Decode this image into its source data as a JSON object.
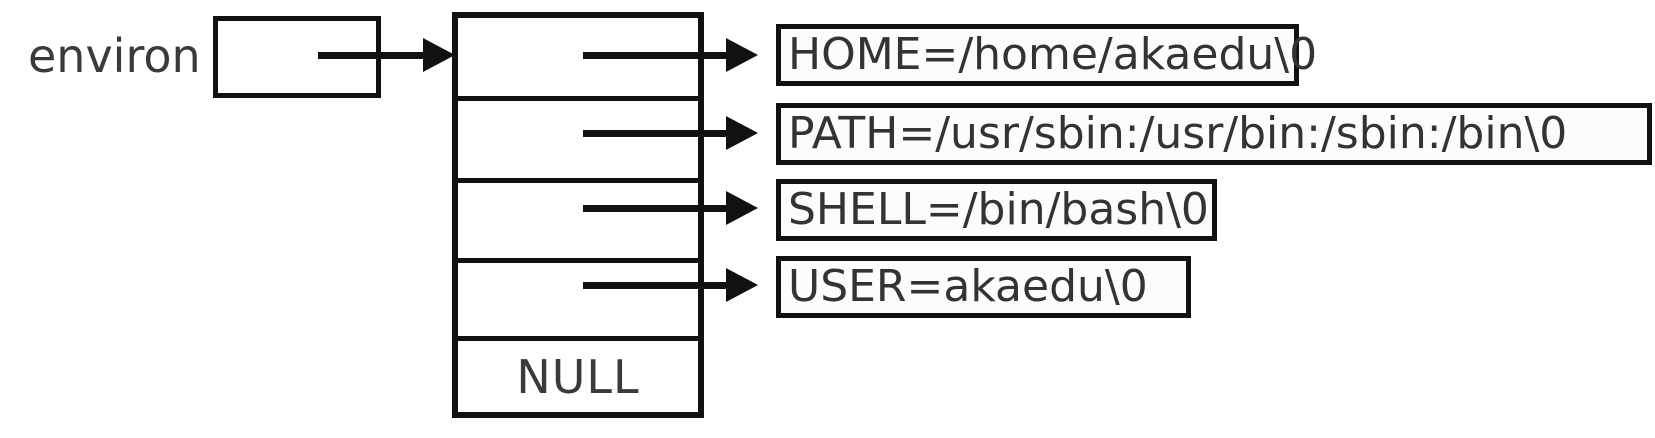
{
  "diagram": {
    "title": "environ pointer array diagram",
    "root_label": "environ",
    "null_label": "NULL",
    "colors": {
      "stroke": "#111111",
      "text": "#333333",
      "background": "#ffffff"
    },
    "pointer_box": {
      "name": "environ-pointer-box",
      "value": ""
    },
    "array": {
      "name": "environ-array",
      "cell_count": 5,
      "cells": [
        {
          "index": 0,
          "value": "",
          "kind": "pointer",
          "target": "HOME=/home/akaedu\\0"
        },
        {
          "index": 1,
          "value": "",
          "kind": "pointer",
          "target": "PATH=/usr/sbin:/usr/bin:/sbin:/bin\\0"
        },
        {
          "index": 2,
          "value": "",
          "kind": "pointer",
          "target": "SHELL=/bin/bash\\0"
        },
        {
          "index": 3,
          "value": "",
          "kind": "pointer",
          "target": "USER=akaedu\\0"
        },
        {
          "index": 4,
          "value": "NULL",
          "kind": "null",
          "target": ""
        }
      ]
    },
    "strings": [
      {
        "name": "env-string-home",
        "text": "HOME=/home/akaedu\\0"
      },
      {
        "name": "env-string-path",
        "text": "PATH=/usr/sbin:/usr/bin:/sbin:/bin\\0"
      },
      {
        "name": "env-string-shell",
        "text": "SHELL=/bin/bash\\0"
      },
      {
        "name": "env-string-user",
        "text": "USER=akaedu\\0"
      }
    ]
  }
}
